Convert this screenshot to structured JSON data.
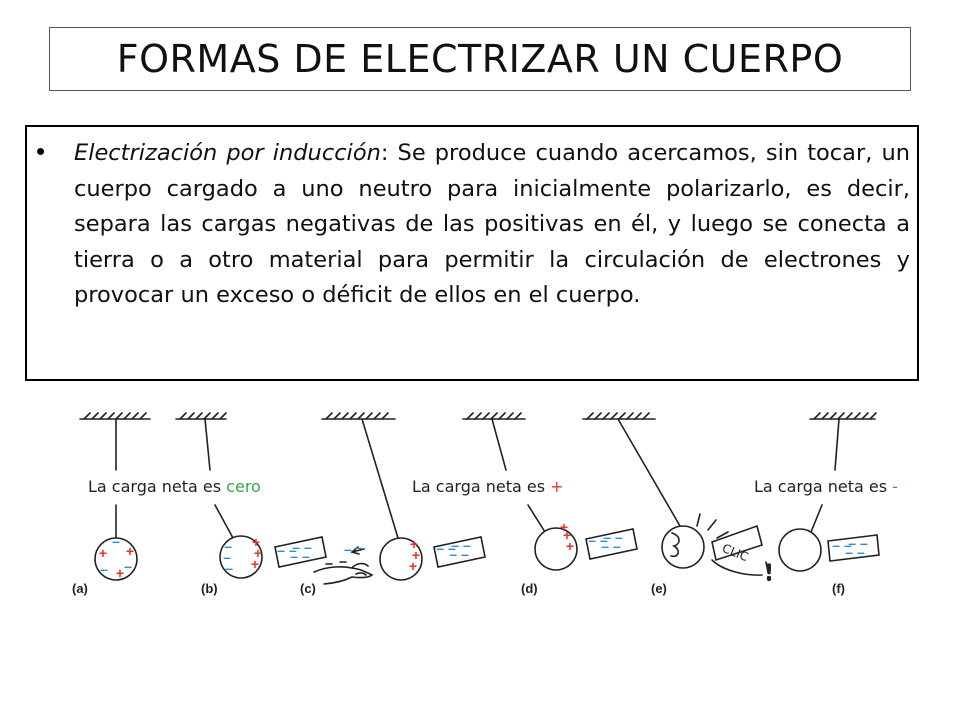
{
  "title": "FORMAS DE ELECTRIZAR UN CUERPO",
  "paragraph": {
    "lead": "Electrización por inducción",
    "colon": ":",
    "body": "  Se produce cuando acercamos, sin tocar, un cuerpo cargado a uno neutro para inicialmente polarizarlo, es decir, separa las cargas negativas de las positivas en él,  y luego se conecta a tierra o a otro material para permitir la circulación de electrones y provocar un exceso o déficit de ellos en el cuerpo."
  },
  "figure": {
    "label_a": {
      "prefix": "La carga neta es ",
      "value": "cero"
    },
    "label_d": {
      "prefix": "La carga neta es ",
      "value": "+"
    },
    "label_f": {
      "prefix": "La carga neta es ",
      "value": "-"
    },
    "panels": [
      "(a)",
      "(b)",
      "(c)",
      "(d)",
      "(e)",
      "(f)"
    ],
    "clic": "CLIC",
    "clic_mark": "!",
    "colors": {
      "positive": "#e8332a",
      "negative": "#2b8fd6",
      "neutral_label": "#3aa34a"
    }
  }
}
